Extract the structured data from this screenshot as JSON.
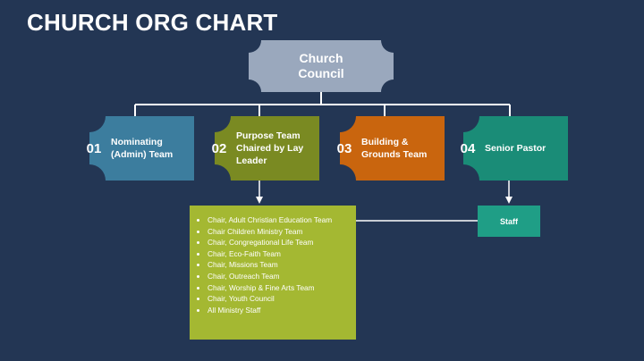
{
  "title": "CHURCH ORG CHART",
  "council": {
    "label": "Church Council",
    "color": "#9aa8bd"
  },
  "teams": [
    {
      "num": "01",
      "label": "Nominating (Admin) Team",
      "color": "#3c7d9e"
    },
    {
      "num": "02",
      "label": "Purpose Team Chaired by Lay Leader",
      "color": "#7a8a22"
    },
    {
      "num": "03",
      "label": "Building & Grounds Team",
      "color": "#c9650e"
    },
    {
      "num": "04",
      "label": "Senior Pastor",
      "color": "#1a8c77"
    }
  ],
  "purpose_list": [
    "Chair, Adult Christian Education Team",
    "Chair Children Ministry Team",
    "Chair, Congregational Life Team",
    "Chair, Eco-Faith Team",
    "Chair, Missions Team",
    "Chair, Outreach Team",
    "Chair, Worship & Fine Arts Team",
    "Chair, Youth Council",
    "All Ministry Staff"
  ],
  "staff": {
    "label": "Staff",
    "color": "#1f9e86"
  },
  "colors": {
    "background": "#233654",
    "list_box": "#a4b832",
    "connector": "#ffffff"
  }
}
